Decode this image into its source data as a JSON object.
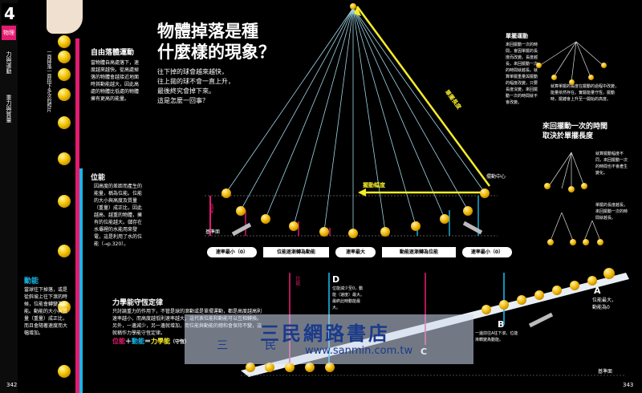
{
  "chapter": {
    "number": "4",
    "tab_physics": "物理",
    "tab_motion": "力與運動",
    "tab_weight": "重力與質量"
  },
  "left_caption": "一面掉落一面拍下多次的照片",
  "free_fall": {
    "heading": "自由落體運動",
    "body": "當物體自高處落下，速度越來越快。從高處掉落的物體會越接近地面時其動能越大，因此高處的物體比低處的物體擁有更高的能量。"
  },
  "potential": {
    "heading": "位能",
    "body": "因高度的差距而產生的能量，稱為位能。位能的大小與高度及質量（重量）成正比，因此越高、越重的物體，擁有的位能越大。儲存在水壩裡的水能用來發電，這是利用了水的位能（→p.320）。"
  },
  "kinetic": {
    "heading": "動能",
    "body": "當球往下掉落，或是從斜坡上往下滾的時候，位能會轉變為動能。動能的大小與質量（重量）成正比，而且會隨著速度而大幅增加。"
  },
  "title": {
    "line1": "物體掉落是種",
    "line2": "什麼樣的現象？"
  },
  "intro": [
    "往下掉的球會越來越快，",
    "往上拋的球不會一直上升，",
    "最後終究會掉下來。",
    "這是怎麼一回事？"
  ],
  "pendulum": {
    "heading": "單擺運動",
    "body": "來回擺動一次的時間，會因單擺的長度而改變。長度越長，來回擺動一次的時間就越長。就算單擺重量與擺動的幅度改變，只要長度沒變，來回擺動一次的時間就不會改變。",
    "note": "就算單擺的長度在擺動的過程中改變，能量依然存在。實驗能量守恆，擺動時，擺錘會上升至一開始的高度。",
    "period_heading": [
      "來回擺動一次的時間",
      "取決於單擺長度"
    ],
    "long_note": "就算擺動幅度不同，來回擺動一次的時間也不會產生變化。",
    "short_note": "單擺的長度越長，來回擺動一次的時間就越長。",
    "amplitude_label": "擺動幅度",
    "length_label": "單擺長度",
    "center_label": "擺動中心",
    "height_label": "高度",
    "baseline_label": "基準面"
  },
  "speed_strip": {
    "min_left": "速率最小（0）",
    "to_kinetic": "位能逐漸轉為動能",
    "max": "速率最大",
    "to_potential": "動能逐漸轉為位能",
    "min_right": "速率最小（0）"
  },
  "conservation": {
    "heading": "力學能守恆定律",
    "body": "只討論重力的作用下，不管是球的滾動或是單擺運動，都是高度越高則速率越小，而高度越低則速率越大，這代表位能和動能可以互相轉換。另外，一邊減少，另一邊就增加，而位能與動能的總和會保持不變，這就稱作力學能守恆定律。",
    "formula_potential": "位能",
    "formula_plus": "＋",
    "formula_kinetic": "動能",
    "formula_equals": "＝",
    "formula_total": "力學能",
    "formula_note": "（守恆）"
  },
  "slope": {
    "point_a": "A",
    "point_a_note": [
      "位能最大，",
      "動能為0"
    ],
    "point_b": "B",
    "point_b_note": "一邊前往A往下滾，位能漸轉變為動能。",
    "point_c": "C",
    "point_d": "D",
    "point_d_note": "位能減少至0，動能（速度）最大。最終此時動能最大。",
    "baseline_label": "基準面",
    "height_label": "位能"
  },
  "watermark": {
    "title": "三民網路書店",
    "url": "www.sanmin.com.tw",
    "chars": [
      "三",
      "民"
    ]
  },
  "pages": {
    "left": "342",
    "right": "343"
  },
  "colors": {
    "accent_pink": "#e21b6f",
    "accent_cyan": "#19b6e6",
    "accent_yellow": "#f5ec2a",
    "ball_gold": "#f2c200"
  }
}
